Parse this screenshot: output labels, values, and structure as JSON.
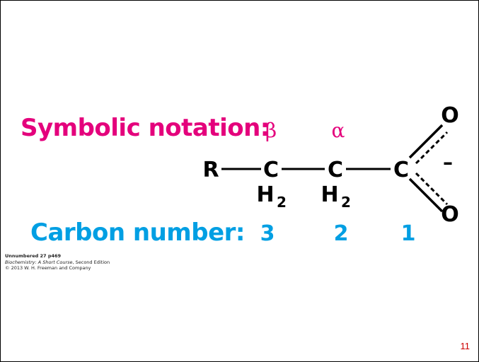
{
  "labels": {
    "symbolic_notation": "Symbolic notation:",
    "carbon_number": "Carbon number:"
  },
  "structure": {
    "r_group": "R",
    "carbon": "C",
    "hydrogen": "H",
    "subscript": "2",
    "oxygen": "O",
    "charge": "–",
    "beta": "β",
    "alpha": "α",
    "carbon_numbers": [
      "3",
      "2",
      "1"
    ]
  },
  "credit": {
    "figure": "Unnumbered 27 p469",
    "book_title": "Biochemistry: A Short Course",
    "book_edition": ", Second Edition",
    "copyright": "© 2013 W. H. Freeman and Company"
  },
  "page_number": "11",
  "colors": {
    "magenta": "#e4007c",
    "cyan": "#009fe3",
    "page_number_red": "#cc0000"
  }
}
